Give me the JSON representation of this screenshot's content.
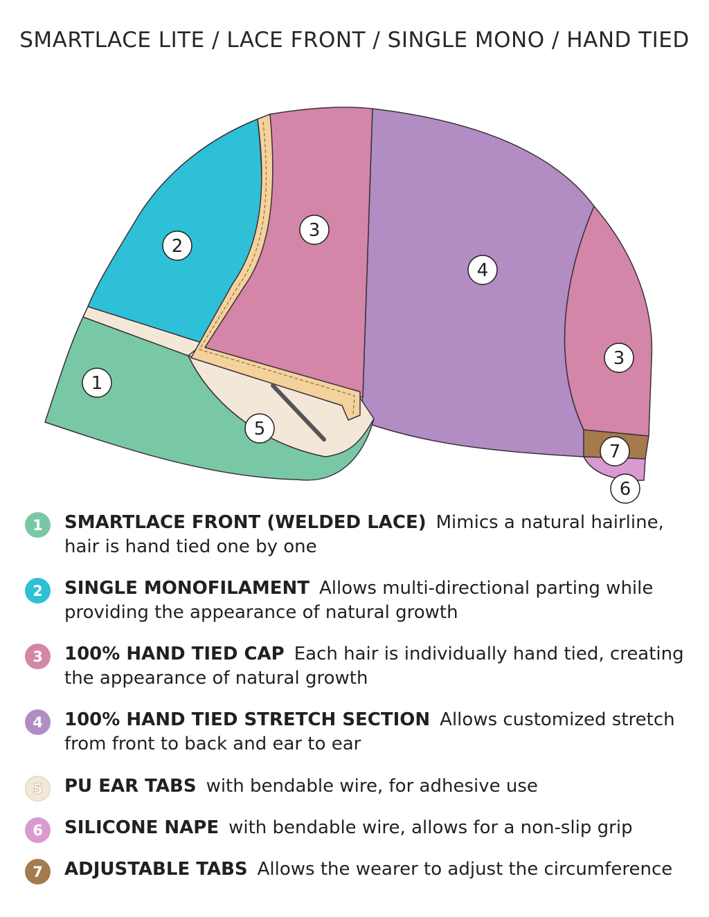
{
  "title": "SMARTLACE LITE / LACE FRONT / SINGLE MONO / HAND TIED",
  "colors": {
    "front_lace": "#79c8a5",
    "mono": "#2ec0d6",
    "hand_tied": "#d386a8",
    "stretch": "#b18dc4",
    "ear_tab": "#f3e8d8",
    "welded_band": "#f4d29c",
    "silicone_nape": "#d99ad0",
    "adjustable_tab": "#a57a4c",
    "wire": "#555459",
    "outline": "#3a2f3a"
  },
  "markers": [
    {
      "label": "1"
    },
    {
      "label": "2"
    },
    {
      "label": "3"
    },
    {
      "label": "4"
    },
    {
      "label": "3"
    },
    {
      "label": "5"
    },
    {
      "label": "7"
    },
    {
      "label": "6"
    }
  ],
  "legend": [
    {
      "num": "1",
      "color": "#79c8a5",
      "label": "SMARTLACE FRONT (WELDED LACE)",
      "text": "Mimics a natural hairline, hair is hand tied one by one"
    },
    {
      "num": "2",
      "color": "#2ec0d6",
      "label": "SINGLE MONOFILAMENT",
      "text": "Allows multi-directional parting while providing the appearance of natural growth"
    },
    {
      "num": "3",
      "color": "#d386a8",
      "label": "100% HAND TIED CAP",
      "text": "Each hair is individually hand tied, creating the appearance of natural growth"
    },
    {
      "num": "4",
      "color": "#b18dc4",
      "label": "100% HAND TIED STRETCH SECTION",
      "text": "Allows customized stretch from front to back and ear to ear"
    },
    {
      "num": "5",
      "color": "#f3e8d8",
      "label": "PU EAR TABS",
      "text": "with bendable wire, for adhesive use"
    },
    {
      "num": "6",
      "color": "#d99ad0",
      "label": "SILICONE NAPE",
      "text": "with bendable wire, allows for a non-slip grip"
    },
    {
      "num": "7",
      "color": "#a57a4c",
      "label": "ADJUSTABLE TABS",
      "text": "Allows the wearer to adjust the circumference"
    }
  ]
}
